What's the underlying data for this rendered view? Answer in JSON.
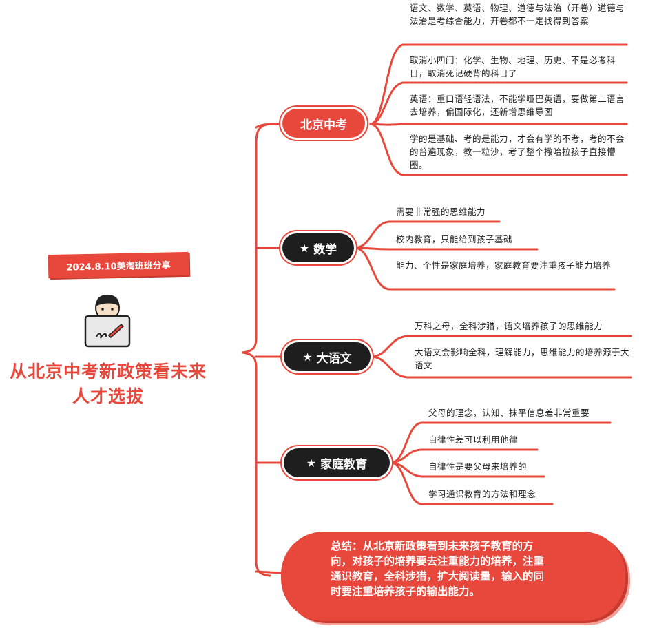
{
  "header": {
    "date_label": "2024.8.10美淘班班分享",
    "title": "从北京中考新政策看未来人才选拔"
  },
  "topics": [
    {
      "label": "北京中考",
      "icon": "",
      "items": [
        "语文、数学、英语、物理、道德与法治（开卷）道德与法治是考综合能力，开卷都不一定找得到答案",
        "取消小四门：化学、生物、地理、历史、不是必考科目，取消死记硬背的科目了",
        "英语：重口语轻语法，不能学哑巴英语，要做第二语言去培养，偏国际化，还新增思维导图",
        "学的是基础、考的是能力，才会有学的不考，考的不会的普遍现象，教一粒沙，考了整个撒哈拉孩子直接懵圈。"
      ]
    },
    {
      "label": "数学",
      "icon": "star-icon",
      "items": [
        "需要非常强的思维能力",
        "校内教育，只能给到孩子基础",
        "能力、个性是家庭培养，家庭教育要注重孩子能力培养"
      ]
    },
    {
      "label": "大语文",
      "icon": "star-icon",
      "items": [
        "万科之母，全科涉猎，语文培养孩子的思维能力",
        "大语文会影响全科，理解能力，思维能力的培养源于大语文"
      ]
    },
    {
      "label": "家庭教育",
      "icon": "star-icon",
      "items": [
        "父母的理念，认知、抹平信息差非常重要",
        "自律性差可以利用他律",
        "自律性是要父母来培养的",
        "学习通识教育的方法和理念"
      ]
    }
  ],
  "summary": {
    "text": "总结：从北京新政策看到未来孩子教育的方向，对孩子的培养要去注重能力的培养，注重通识教育，全科涉猎，扩大阅读量，输入的同时要注重培养孩子的输出能力。"
  },
  "colors": {
    "accent": "#e8483b",
    "dark": "#1e1e1e",
    "line": "#e8483b"
  }
}
